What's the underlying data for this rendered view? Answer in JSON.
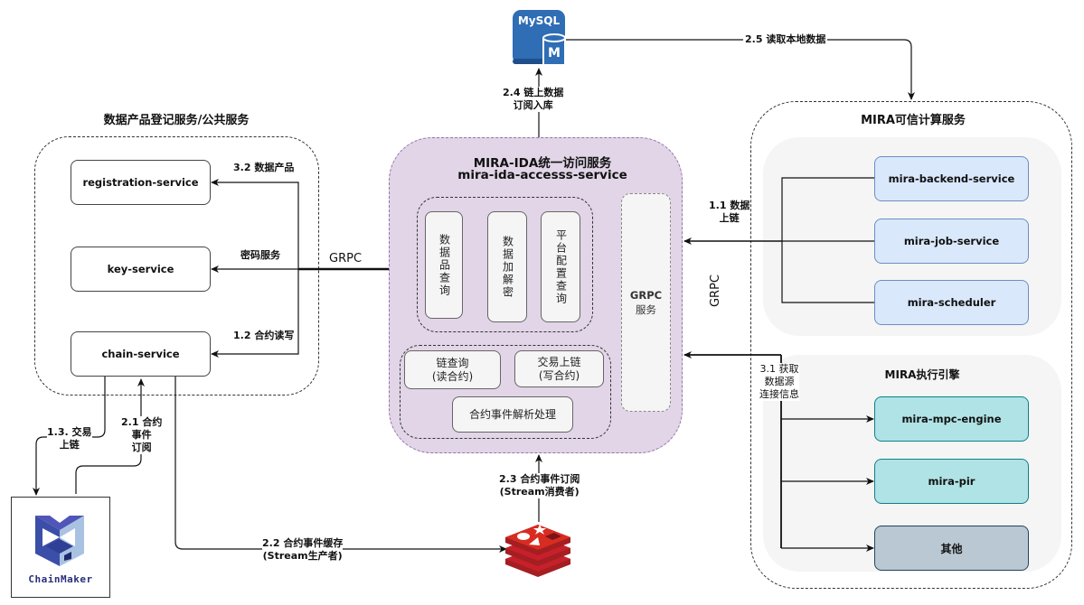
{
  "left_group": {
    "title": "数据产品登记服务/公共服务",
    "services": [
      "registration-service",
      "key-service",
      "chain-service"
    ]
  },
  "center": {
    "title_line1": "MIRA-IDA统一访问服务",
    "title_line2": "mira-ida-accesss-service",
    "query_modules": [
      "数据品查询",
      "数据加解密",
      "平台配置查询"
    ],
    "chain_modules": {
      "read": "链查询\n(读合约)",
      "read_l1": "链查询",
      "read_l2": "(读合约)",
      "write_l1": "交易上链",
      "write_l2": "(写合约)",
      "event": "合约事件解析处理"
    },
    "grpc_service_l1": "GRPC",
    "grpc_service_l2": "服务"
  },
  "right_group": {
    "title": "MIRA可信计算服务",
    "services": [
      "mira-backend-service",
      "mira-job-service",
      "mira-scheduler"
    ],
    "engine_title": "MIRA执行引擎",
    "engines": [
      "mira-mpc-engine",
      "mira-pir",
      "其他"
    ]
  },
  "external": {
    "mysql_label": "MySQL",
    "mysql_badge": "M",
    "chainmaker_label": "ChainMaker"
  },
  "edges": {
    "grpc_left": "GRPC",
    "grpc_right": "GRPC",
    "e_3_2": "3.2 数据产品",
    "e_key": "密码服务",
    "e_1_2": "1.2 合约读写",
    "e_1_1_l1": "1.1 数据",
    "e_1_1_l2": "上链",
    "e_3_1_l1": "3.1  获取",
    "e_3_1_l2": "数据源",
    "e_3_1_l3": "连接信息",
    "e_2_4_l1": "2.4 链上数据",
    "e_2_4_l2": "订阅入库",
    "e_2_5": "2.5 读取本地数据",
    "e_1_3_l1": "1.3. 交易",
    "e_1_3_l2": "上链",
    "e_2_1_l1": "2.1 合约",
    "e_2_1_l2": "事件",
    "e_2_1_l3": "订阅",
    "e_2_2_l1": "2.2 合约事件缓存",
    "e_2_2_l2": "(Stream生产者)",
    "e_2_3_l1": "2.3 合约事件订阅",
    "e_2_3_l2": "(Stream消费者)"
  },
  "colors": {
    "ida_fill": "#e1d5e7",
    "ida_border": "#9673a6",
    "blue_fill": "#dae8fc",
    "teal_fill": "#b0e3e6",
    "slate_fill": "#bac8d3",
    "mysql_blue": "#2f6db5",
    "redis_red": "#c6202b"
  }
}
